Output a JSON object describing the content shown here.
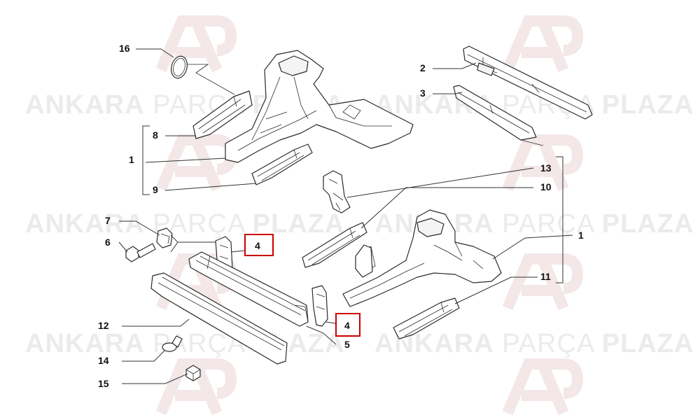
{
  "watermark": {
    "word1": "ANKARA",
    "word2": "PARÇA",
    "word3": "PLAZA"
  },
  "callouts": {
    "c16": "16",
    "c8": "8",
    "c1_left": "1",
    "c9": "9",
    "c7": "7",
    "c6": "6",
    "c4_upper": "4",
    "c4_lower": "4",
    "c12": "12",
    "c14": "14",
    "c15": "15",
    "c5": "5",
    "c2": "2",
    "c3": "3",
    "c13": "13",
    "c10": "10",
    "c1_right": "1",
    "c11": "11"
  },
  "colors": {
    "highlight": "#cc0000",
    "watermark_text": "#ebebeb",
    "watermark_logo": "#f3e7e7",
    "line": "#2a2a2a"
  }
}
